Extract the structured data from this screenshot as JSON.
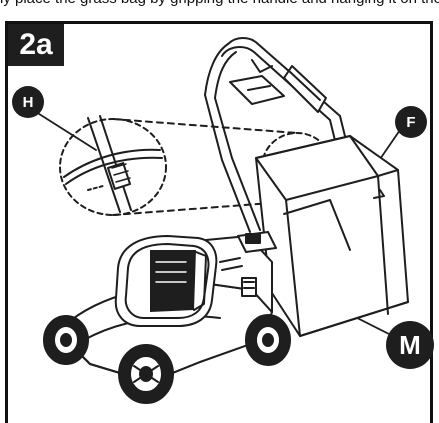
{
  "header_fragment": "ly place the grass bag by gripping the handle and hanging it on the hooks.",
  "step": {
    "label": "2a"
  },
  "callouts": {
    "h": "H",
    "f": "F",
    "m": "M"
  },
  "colors": {
    "ink": "#1e1e1e",
    "badge_text": "#ffffff",
    "background": "#ffffff"
  }
}
